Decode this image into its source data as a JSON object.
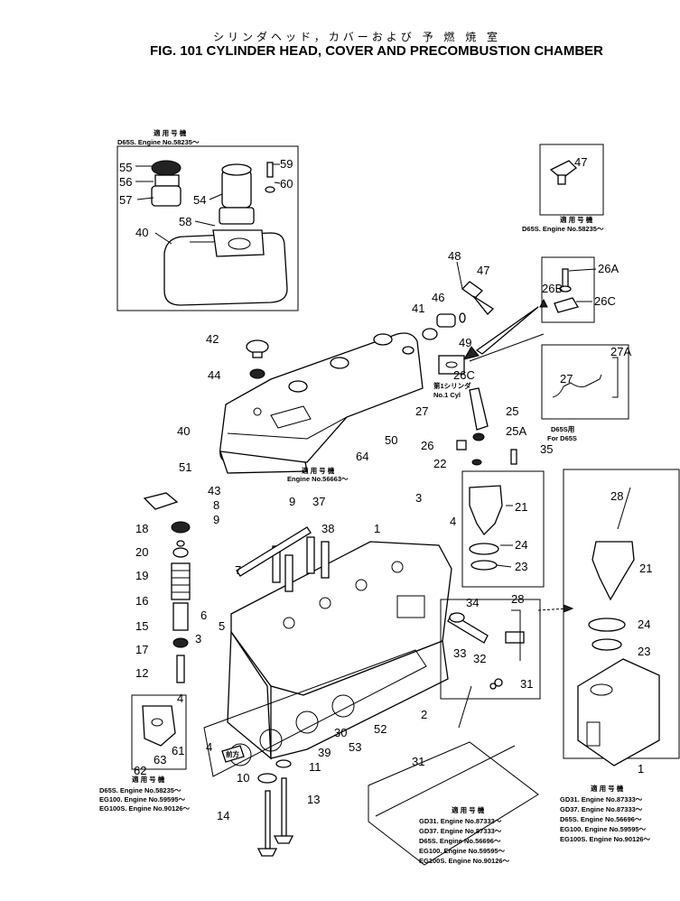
{
  "header": {
    "title_jp": "シリンダヘッド，カバーおよび 予 燃 焼 室",
    "title_en": "FIG. 101 CYLINDER HEAD, COVER AND PRECOMBUSTION CHAMBER"
  },
  "callouts": {
    "c1": "55",
    "c2": "56",
    "c3": "57",
    "c4": "59",
    "c5": "60",
    "c6": "54",
    "c7": "58",
    "c8": "40",
    "c9": "47",
    "c10": "48",
    "c11": "47",
    "c12": "41",
    "c13": "46",
    "c14": "49",
    "c15": "26A",
    "c16": "26B",
    "c17": "26C",
    "c18": "26C",
    "c19": "42",
    "c20": "44",
    "c21": "40",
    "c22": "51",
    "c23": "50",
    "c24": "64",
    "c25": "27A",
    "c26": "27",
    "c27": "27",
    "c28": "25",
    "c29": "25A",
    "c30": "26",
    "c31": "22",
    "c32": "35",
    "c33": "43",
    "c34": "8",
    "c35": "9",
    "c36": "9",
    "c37": "37",
    "c38": "38",
    "c39": "3",
    "c40": "1",
    "c41": "18",
    "c42": "20",
    "c43": "19",
    "c44": "16",
    "c45": "15",
    "c46": "17",
    "c47": "12",
    "c48": "7",
    "c49": "6",
    "c50": "5",
    "c51": "3",
    "c52": "21",
    "c53": "24",
    "c54": "23",
    "c55": "4",
    "c56": "28",
    "c57": "34",
    "c58": "33",
    "c59": "32",
    "c60": "31",
    "c61": "28",
    "c62": "21",
    "c63": "24",
    "c64": "23",
    "c65": "4",
    "c66": "61",
    "c67": "63",
    "c68": "62",
    "c69": "4",
    "c70": "30",
    "c71": "39",
    "c72": "53",
    "c73": "52",
    "c74": "2",
    "c75": "10",
    "c76": "11",
    "c77": "13",
    "c78": "14",
    "c79": "31",
    "c80": "1"
  },
  "notes": {
    "n1_jp": "適 用 号 機",
    "n1_model": "D65S. Engine No.58235～",
    "n2_jp": "適 用 号 機",
    "n2_model": "D65S. Engine No.58235～",
    "n3_jp": "適 用 号 機",
    "n3_model": "Engine No.56663～",
    "n4_jp": "第1シリンダ",
    "n4_en": "No.1 Cyl",
    "n5_jp": "D65S用",
    "n5_en": "For D65S",
    "n6_jp": "適 用 号 機",
    "n6_rows": [
      "D65S.  Engine No.58235～",
      "EG100.  Engine No.59595～",
      "EG100S. Engine No.90126～"
    ],
    "n7_jp": "適 用 号 機",
    "n7_rows": [
      "GD31.   Engine No.87333～",
      "GD37.   Engine No.87333～",
      "D65S.   Engine No.56696～",
      "EG100.   Engine No.59595～",
      "EG100S. Engine No.90126～"
    ],
    "n8_jp": "適 用 号 機",
    "n8_rows": [
      "GD31.   Engine No.87333～",
      "GD37.   Engine No.87333～",
      "D65S.   Engine No.56696～",
      "EG100.   Engine No.59595～",
      "EG100S. Engine No.90126～"
    ],
    "front_mark": "前方"
  }
}
